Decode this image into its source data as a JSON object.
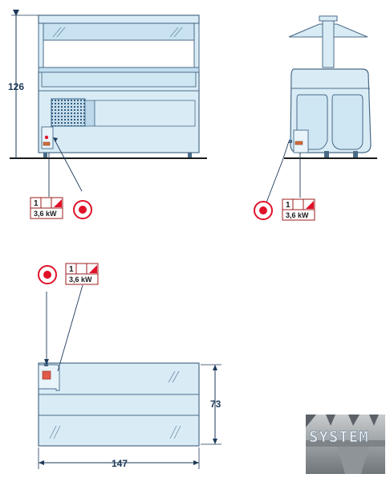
{
  "dimensions": {
    "height": "126",
    "depth": "73",
    "width": "147"
  },
  "power_tags": [
    {
      "phase": "1",
      "power": "3,6 kW"
    },
    {
      "phase": "1",
      "power": "3,6 kW"
    },
    {
      "phase": "1",
      "power": "3,6 kW"
    }
  ],
  "logo": {
    "text": "SYSTEM"
  },
  "colors": {
    "outline": "#4a6b88",
    "fill": "#d9ecf6",
    "panel": "#c2deee",
    "plug_red": "#e0122a",
    "dimension": "#1e3a5a"
  }
}
